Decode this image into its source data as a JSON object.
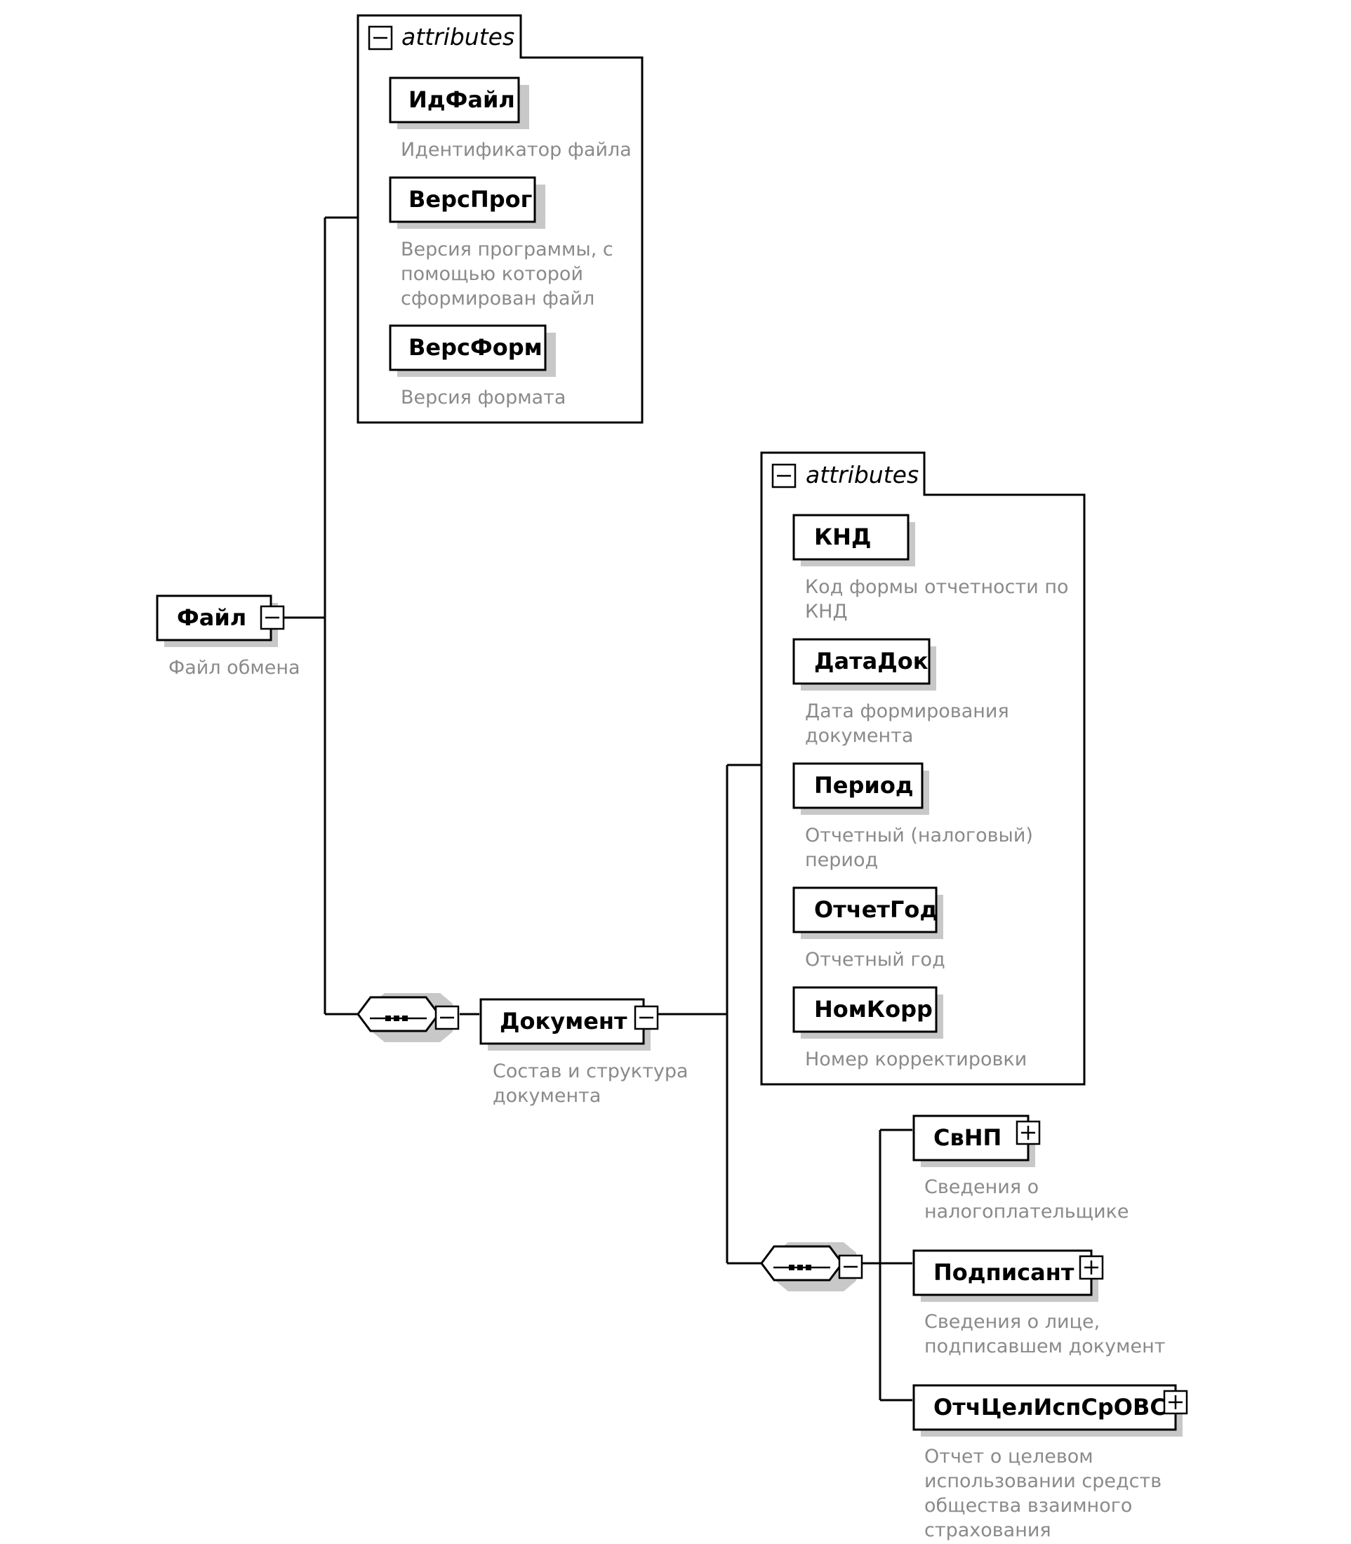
{
  "groups": {
    "file_attributes": {
      "label": "attributes"
    },
    "doc_attributes": {
      "label": "attributes"
    }
  },
  "root": {
    "name": "Файл",
    "desc": "Файл обмена"
  },
  "file_attrs": [
    {
      "name": "ИдФайл",
      "desc": [
        "Идентификатор файла"
      ]
    },
    {
      "name": "ВерсПрог",
      "desc": [
        "Версия программы, с",
        "помощью которой",
        "сформирован файл"
      ]
    },
    {
      "name": "ВерсФорм",
      "desc": [
        "Версия формата"
      ]
    }
  ],
  "document": {
    "name": "Документ",
    "desc": [
      "Состав и структура",
      "документа"
    ]
  },
  "doc_attrs": [
    {
      "name": "КНД",
      "desc": [
        "Код формы отчетности по",
        "КНД"
      ]
    },
    {
      "name": "ДатаДок",
      "desc": [
        "Дата формирования",
        "документа"
      ]
    },
    {
      "name": "Период",
      "desc": [
        "Отчетный (налоговый)",
        "период"
      ]
    },
    {
      "name": "ОтчетГод",
      "desc": [
        "Отчетный год"
      ]
    },
    {
      "name": "НомКорр",
      "desc": [
        "Номер корректировки"
      ]
    }
  ],
  "doc_children": [
    {
      "name": "СвНП",
      "desc": [
        "Сведения о",
        "налогоплательщике"
      ]
    },
    {
      "name": "Подписант",
      "desc": [
        "Сведения о лице,",
        "подписавшем документ"
      ]
    },
    {
      "name": "ОтчЦелИспСрОВС",
      "desc": [
        "Отчет о целевом",
        "использовании средств",
        "общества взаимного",
        "страхования"
      ]
    }
  ],
  "icons": {
    "collapse": "minus-box-icon",
    "expand": "plus-box-icon",
    "sequence": "sequence-compositor-icon"
  }
}
